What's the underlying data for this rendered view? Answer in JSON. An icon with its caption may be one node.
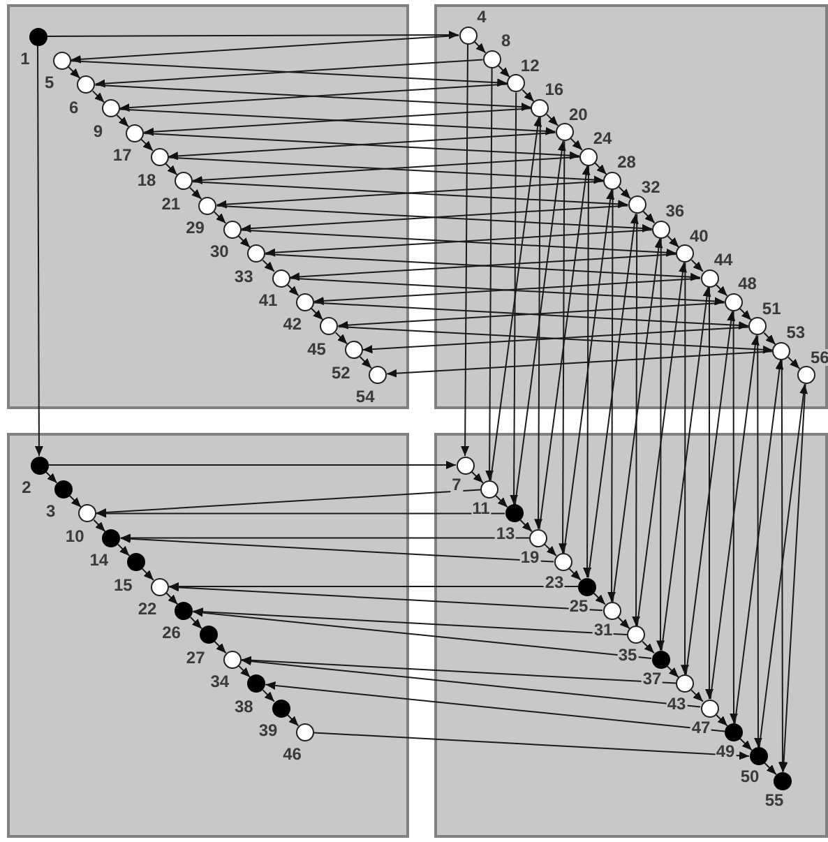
{
  "diagram": {
    "nodes": [
      {
        "text": [],
        "shape": "box"
      },
      {
        "text": [],
        "shape": "box"
      },
      {
        "text": [],
        "shape": "box"
      },
      {
        "text": [],
        "shape": "box"
      },
      {
        "text": [],
        "shape": "dot",
        "beside": [
          "1"
        ],
        "in": 0
      },
      {
        "text": [],
        "shape": "dot",
        "beside": [
          "2"
        ],
        "in": 2
      },
      {
        "text": [],
        "shape": "dot",
        "beside": [
          "3"
        ],
        "in": 2
      },
      {
        "text": [],
        "shape": "circle",
        "beside": [
          "4"
        ],
        "in": 1
      },
      {
        "text": [],
        "shape": "circle",
        "beside": [
          "5"
        ],
        "in": 0
      },
      {
        "text": [],
        "shape": "circle",
        "beside": [
          "6"
        ],
        "in": 0
      },
      {
        "text": [],
        "shape": "circle",
        "beside": [
          "7"
        ],
        "in": 3
      },
      {
        "text": [],
        "shape": "circle",
        "beside": [
          "8"
        ],
        "in": 1
      },
      {
        "text": [],
        "shape": "circle",
        "beside": [
          "9"
        ],
        "in": 0
      },
      {
        "text": [],
        "shape": "circle",
        "beside": [
          "10"
        ],
        "in": 2
      },
      {
        "text": [],
        "shape": "circle",
        "beside": [
          "11"
        ],
        "in": 3
      },
      {
        "text": [],
        "shape": "circle",
        "beside": [
          "12"
        ],
        "in": 1
      },
      {
        "text": [],
        "shape": "dot",
        "beside": [
          "13"
        ],
        "in": 3
      },
      {
        "text": [],
        "shape": "dot",
        "beside": [
          "14"
        ],
        "in": 2
      },
      {
        "text": [],
        "shape": "dot",
        "beside": [
          "15"
        ],
        "in": 2
      },
      {
        "text": [],
        "shape": "circle",
        "beside": [
          "16"
        ],
        "in": 1
      },
      {
        "text": [],
        "shape": "circle",
        "beside": [
          "17"
        ],
        "in": 0
      },
      {
        "text": [],
        "shape": "circle",
        "beside": [
          "18"
        ],
        "in": 0
      },
      {
        "text": [],
        "shape": "circle",
        "beside": [
          "19"
        ],
        "in": 3
      },
      {
        "text": [],
        "shape": "circle",
        "beside": [
          "20"
        ],
        "in": 1
      },
      {
        "text": [],
        "shape": "circle",
        "beside": [
          "21"
        ],
        "in": 0
      },
      {
        "text": [],
        "shape": "circle",
        "beside": [
          "22"
        ],
        "in": 2
      },
      {
        "text": [],
        "shape": "circle",
        "beside": [
          "23"
        ],
        "in": 3
      },
      {
        "text": [],
        "shape": "circle",
        "beside": [
          "24"
        ],
        "in": 1
      },
      {
        "text": [],
        "shape": "dot",
        "beside": [
          "25"
        ],
        "in": 3
      },
      {
        "text": [],
        "shape": "dot",
        "beside": [
          "26"
        ],
        "in": 2
      },
      {
        "text": [],
        "shape": "dot",
        "beside": [
          "27"
        ],
        "in": 2
      },
      {
        "text": [],
        "shape": "circle",
        "beside": [
          "28"
        ],
        "in": 1
      },
      {
        "text": [],
        "shape": "circle",
        "beside": [
          "29"
        ],
        "in": 0
      },
      {
        "text": [],
        "shape": "circle",
        "beside": [
          "30"
        ],
        "in": 0
      },
      {
        "text": [],
        "shape": "circle",
        "beside": [
          "31"
        ],
        "in": 3
      },
      {
        "text": [],
        "shape": "circle",
        "beside": [
          "32"
        ],
        "in": 1
      },
      {
        "text": [],
        "shape": "circle",
        "beside": [
          "33"
        ],
        "in": 0
      },
      {
        "text": [],
        "shape": "circle",
        "beside": [
          "34"
        ],
        "in": 2
      },
      {
        "text": [],
        "shape": "circle",
        "beside": [
          "35"
        ],
        "in": 3
      },
      {
        "text": [],
        "shape": "circle",
        "beside": [
          "36"
        ],
        "in": 1
      },
      {
        "text": [],
        "shape": "dot",
        "beside": [
          "37"
        ],
        "in": 3
      },
      {
        "text": [],
        "shape": "dot",
        "beside": [
          "38"
        ],
        "in": 2
      },
      {
        "text": [],
        "shape": "dot",
        "beside": [
          "39"
        ],
        "in": 2
      },
      {
        "text": [],
        "shape": "circle",
        "beside": [
          "40"
        ],
        "in": 1
      },
      {
        "text": [],
        "shape": "circle",
        "beside": [
          "41"
        ],
        "in": 0
      },
      {
        "text": [],
        "shape": "circle",
        "beside": [
          "42"
        ],
        "in": 0
      },
      {
        "text": [],
        "shape": "circle",
        "beside": [
          "43"
        ],
        "in": 3
      },
      {
        "text": [],
        "shape": "circle",
        "beside": [
          "44"
        ],
        "in": 1
      },
      {
        "text": [],
        "shape": "circle",
        "beside": [
          "45"
        ],
        "in": 0
      },
      {
        "text": [],
        "shape": "circle",
        "beside": [
          "46"
        ],
        "in": 2
      },
      {
        "text": [],
        "shape": "circle",
        "beside": [
          "47"
        ],
        "in": 3
      },
      {
        "text": [],
        "shape": "circle",
        "beside": [
          "48"
        ],
        "in": 1
      },
      {
        "text": [],
        "shape": "dot",
        "beside": [
          "49"
        ],
        "in": 3
      },
      {
        "text": [],
        "shape": "dot",
        "beside": [
          "50"
        ],
        "in": 3
      },
      {
        "text": [],
        "shape": "circle",
        "beside": [
          "51"
        ],
        "in": 1
      },
      {
        "text": [],
        "shape": "circle",
        "beside": [
          "52"
        ],
        "in": 0
      },
      {
        "text": [],
        "shape": "circle",
        "beside": [
          "53"
        ],
        "in": 1
      },
      {
        "text": [],
        "shape": "circle",
        "beside": [
          "54"
        ],
        "in": 0
      },
      {
        "text": [],
        "shape": "dot",
        "beside": [
          "55"
        ],
        "in": 3
      },
      {
        "text": [],
        "shape": "circle",
        "beside": [
          "56"
        ],
        "in": 1
      }
    ],
    "edges": [
      {
        "from": 8,
        "to": 9,
        "arrow": "to"
      },
      {
        "from": 9,
        "to": 12,
        "arrow": "to"
      },
      {
        "from": 12,
        "to": 20,
        "arrow": "to"
      },
      {
        "from": 20,
        "to": 21,
        "arrow": "to"
      },
      {
        "from": 21,
        "to": 24,
        "arrow": "to"
      },
      {
        "from": 24,
        "to": 32,
        "arrow": "to"
      },
      {
        "from": 32,
        "to": 33,
        "arrow": "to"
      },
      {
        "from": 33,
        "to": 36,
        "arrow": "to"
      },
      {
        "from": 36,
        "to": 44,
        "arrow": "to"
      },
      {
        "from": 44,
        "to": 45,
        "arrow": "to"
      },
      {
        "from": 45,
        "to": 48,
        "arrow": "to"
      },
      {
        "from": 48,
        "to": 55,
        "arrow": "to"
      },
      {
        "from": 55,
        "to": 57,
        "arrow": "to"
      },
      {
        "from": 7,
        "to": 11,
        "arrow": "to"
      },
      {
        "from": 11,
        "to": 15,
        "arrow": "to"
      },
      {
        "from": 15,
        "to": 19,
        "arrow": "to"
      },
      {
        "from": 19,
        "to": 23,
        "arrow": "to"
      },
      {
        "from": 23,
        "to": 27,
        "arrow": "to"
      },
      {
        "from": 27,
        "to": 31,
        "arrow": "to"
      },
      {
        "from": 31,
        "to": 35,
        "arrow": "to"
      },
      {
        "from": 35,
        "to": 39,
        "arrow": "to"
      },
      {
        "from": 39,
        "to": 43,
        "arrow": "to"
      },
      {
        "from": 43,
        "to": 47,
        "arrow": "to"
      },
      {
        "from": 47,
        "to": 51,
        "arrow": "to"
      },
      {
        "from": 51,
        "to": 54,
        "arrow": "to"
      },
      {
        "from": 54,
        "to": 56,
        "arrow": "to"
      },
      {
        "from": 56,
        "to": 59,
        "arrow": "to"
      },
      {
        "from": 5,
        "to": 6,
        "arrow": "to"
      },
      {
        "from": 6,
        "to": 13,
        "arrow": "to"
      },
      {
        "from": 13,
        "to": 17,
        "arrow": "to"
      },
      {
        "from": 17,
        "to": 18,
        "arrow": "to"
      },
      {
        "from": 18,
        "to": 25,
        "arrow": "to"
      },
      {
        "from": 25,
        "to": 29,
        "arrow": "to"
      },
      {
        "from": 29,
        "to": 30,
        "arrow": "to"
      },
      {
        "from": 30,
        "to": 37,
        "arrow": "to"
      },
      {
        "from": 37,
        "to": 41,
        "arrow": "to"
      },
      {
        "from": 41,
        "to": 42,
        "arrow": "to"
      },
      {
        "from": 42,
        "to": 49,
        "arrow": "to"
      },
      {
        "from": 10,
        "to": 14,
        "arrow": "to"
      },
      {
        "from": 14,
        "to": 16,
        "arrow": "to"
      },
      {
        "from": 16,
        "to": 22,
        "arrow": "to"
      },
      {
        "from": 22,
        "to": 26,
        "arrow": "to"
      },
      {
        "from": 26,
        "to": 28,
        "arrow": "to"
      },
      {
        "from": 28,
        "to": 34,
        "arrow": "to"
      },
      {
        "from": 34,
        "to": 38,
        "arrow": "to"
      },
      {
        "from": 38,
        "to": 40,
        "arrow": "to"
      },
      {
        "from": 40,
        "to": 46,
        "arrow": "to"
      },
      {
        "from": 46,
        "to": 50,
        "arrow": "to"
      },
      {
        "from": 50,
        "to": 52,
        "arrow": "to"
      },
      {
        "from": 52,
        "to": 53,
        "arrow": "to"
      },
      {
        "from": 53,
        "to": 58,
        "arrow": "to"
      },
      {
        "from": 4,
        "to": 7,
        "arrow": "to"
      },
      {
        "from": 4,
        "to": 5,
        "arrow": "to"
      },
      {
        "from": 5,
        "to": 10,
        "arrow": "to"
      },
      {
        "from": 7,
        "to": 8,
        "arrow": "to"
      },
      {
        "from": 11,
        "to": 9,
        "arrow": "to"
      },
      {
        "from": 15,
        "to": 12,
        "arrow": "to"
      },
      {
        "from": 19,
        "to": 20,
        "arrow": "to"
      },
      {
        "from": 23,
        "to": 21,
        "arrow": "to"
      },
      {
        "from": 27,
        "to": 24,
        "arrow": "to"
      },
      {
        "from": 31,
        "to": 32,
        "arrow": "to"
      },
      {
        "from": 35,
        "to": 33,
        "arrow": "to"
      },
      {
        "from": 39,
        "to": 36,
        "arrow": "to"
      },
      {
        "from": 43,
        "to": 44,
        "arrow": "to"
      },
      {
        "from": 47,
        "to": 45,
        "arrow": "to"
      },
      {
        "from": 51,
        "to": 48,
        "arrow": "to"
      },
      {
        "from": 54,
        "to": 55,
        "arrow": "to"
      },
      {
        "from": 56,
        "to": 57,
        "arrow": "to"
      },
      {
        "from": 8,
        "to": 15,
        "arrow": "to"
      },
      {
        "from": 9,
        "to": 19,
        "arrow": "to"
      },
      {
        "from": 12,
        "to": 23,
        "arrow": "to"
      },
      {
        "from": 20,
        "to": 27,
        "arrow": "to"
      },
      {
        "from": 21,
        "to": 31,
        "arrow": "to"
      },
      {
        "from": 24,
        "to": 35,
        "arrow": "to"
      },
      {
        "from": 32,
        "to": 39,
        "arrow": "to"
      },
      {
        "from": 33,
        "to": 43,
        "arrow": "to"
      },
      {
        "from": 36,
        "to": 47,
        "arrow": "to"
      },
      {
        "from": 44,
        "to": 51,
        "arrow": "to"
      },
      {
        "from": 45,
        "to": 54,
        "arrow": "to"
      },
      {
        "from": 48,
        "to": 56,
        "arrow": "to"
      },
      {
        "from": 7,
        "to": 10,
        "arrow": "to"
      },
      {
        "from": 11,
        "to": 14,
        "arrow": "to"
      },
      {
        "from": 15,
        "to": 16,
        "arrow": "to"
      },
      {
        "from": 19,
        "to": 22,
        "arrow": "to"
      },
      {
        "from": 23,
        "to": 26,
        "arrow": "to"
      },
      {
        "from": 27,
        "to": 28,
        "arrow": "to"
      },
      {
        "from": 31,
        "to": 34,
        "arrow": "to"
      },
      {
        "from": 35,
        "to": 38,
        "arrow": "to"
      },
      {
        "from": 39,
        "to": 40,
        "arrow": "to"
      },
      {
        "from": 43,
        "to": 46,
        "arrow": "to"
      },
      {
        "from": 47,
        "to": 50,
        "arrow": "to"
      },
      {
        "from": 51,
        "to": 52,
        "arrow": "to"
      },
      {
        "from": 54,
        "to": 53,
        "arrow": "to"
      },
      {
        "from": 56,
        "to": 58,
        "arrow": "to"
      },
      {
        "from": 59,
        "to": 58,
        "arrow": "to"
      },
      {
        "from": 14,
        "to": 19,
        "arrow": "to"
      },
      {
        "from": 16,
        "to": 23,
        "arrow": "to"
      },
      {
        "from": 22,
        "to": 27,
        "arrow": "to"
      },
      {
        "from": 26,
        "to": 31,
        "arrow": "to"
      },
      {
        "from": 28,
        "to": 35,
        "arrow": "to"
      },
      {
        "from": 34,
        "to": 39,
        "arrow": "to"
      },
      {
        "from": 38,
        "to": 43,
        "arrow": "to"
      },
      {
        "from": 40,
        "to": 47,
        "arrow": "to"
      },
      {
        "from": 46,
        "to": 51,
        "arrow": "to"
      },
      {
        "from": 50,
        "to": 54,
        "arrow": "to"
      },
      {
        "from": 52,
        "to": 56,
        "arrow": "to"
      },
      {
        "from": 53,
        "to": 59,
        "arrow": "to"
      },
      {
        "from": 14,
        "to": 13,
        "arrow": "to"
      },
      {
        "from": 16,
        "to": 13,
        "arrow": "to"
      },
      {
        "from": 22,
        "to": 17,
        "arrow": "to"
      },
      {
        "from": 26,
        "to": 17,
        "arrow": "to"
      },
      {
        "from": 28,
        "to": 25,
        "arrow": "to"
      },
      {
        "from": 34,
        "to": 25,
        "arrow": "to"
      },
      {
        "from": 38,
        "to": 29,
        "arrow": "to"
      },
      {
        "from": 40,
        "to": 29,
        "arrow": "to"
      },
      {
        "from": 46,
        "to": 37,
        "arrow": "to"
      },
      {
        "from": 50,
        "to": 37,
        "arrow": "to"
      },
      {
        "from": 52,
        "to": 41,
        "arrow": "to"
      },
      {
        "from": 49,
        "to": 53,
        "arrow": "to"
      }
    ]
  }
}
